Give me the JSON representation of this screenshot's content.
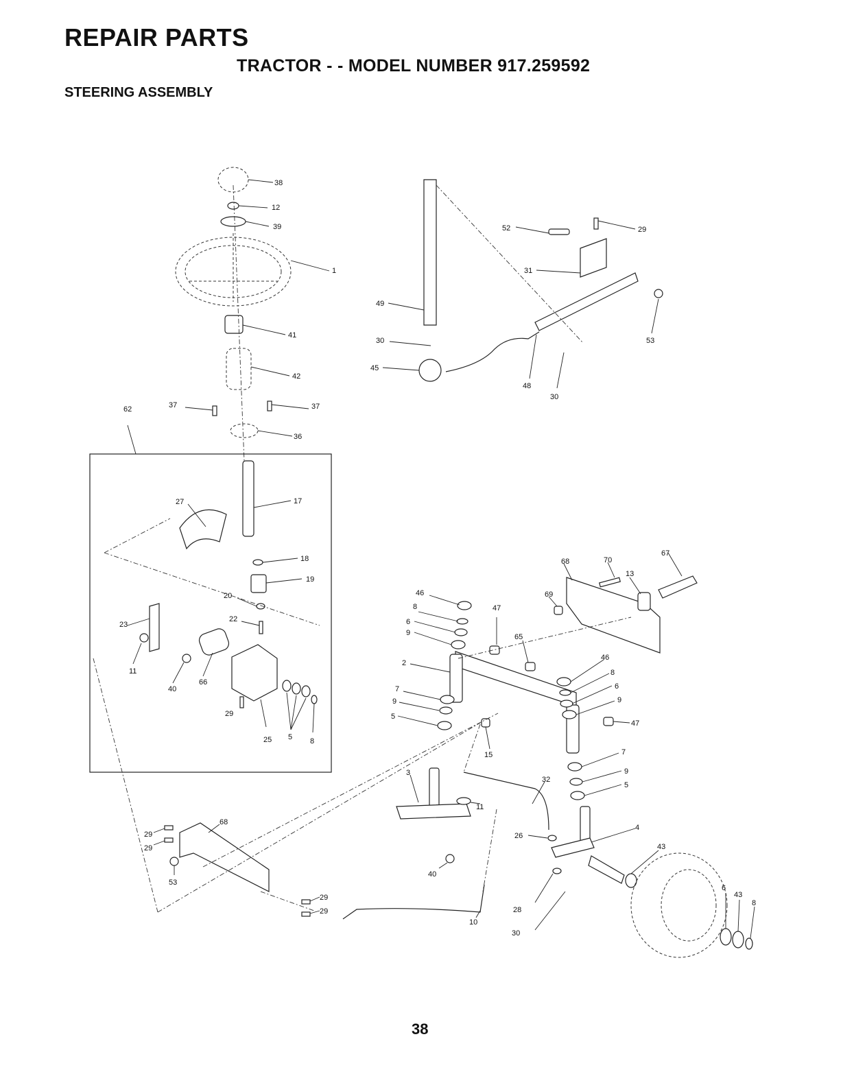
{
  "header": {
    "title": "REPAIR PARTS",
    "subtitle": "TRACTOR - - MODEL NUMBER 917.259592",
    "section": "STEERING ASSEMBLY"
  },
  "footer": {
    "page_number": "38"
  },
  "callouts": [
    "38",
    "12",
    "39",
    "1",
    "41",
    "42",
    "37",
    "37",
    "36",
    "62",
    "17",
    "27",
    "18",
    "19",
    "20",
    "22",
    "23",
    "11",
    "40",
    "66",
    "29",
    "25",
    "5",
    "8",
    "52",
    "29",
    "31",
    "53",
    "49",
    "30",
    "48",
    "45",
    "30",
    "68",
    "70",
    "67",
    "13",
    "69",
    "46",
    "8",
    "47",
    "6",
    "9",
    "65",
    "2",
    "46",
    "8",
    "6",
    "9",
    "7",
    "9",
    "5",
    "47",
    "15",
    "7",
    "9",
    "5",
    "3",
    "32",
    "11",
    "26",
    "4",
    "43",
    "68",
    "29",
    "29",
    "53",
    "29",
    "29",
    "40",
    "10",
    "28",
    "30",
    "6",
    "43",
    "8"
  ]
}
